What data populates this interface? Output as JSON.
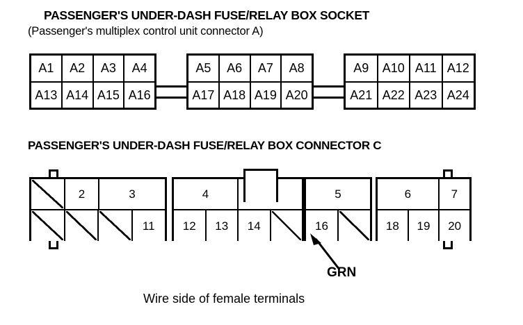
{
  "socket": {
    "title": "PASSENGER'S UNDER-DASH FUSE/RELAY BOX SOCKET",
    "subtitle": "(Passenger's multiplex control unit connector A)",
    "blocks": [
      {
        "top": [
          "A1",
          "A2",
          "A3",
          "A4"
        ],
        "bottom": [
          "A13",
          "A14",
          "A15",
          "A16"
        ]
      },
      {
        "top": [
          "A5",
          "A6",
          "A7",
          "A8"
        ],
        "bottom": [
          "A17",
          "A18",
          "A19",
          "A20"
        ]
      },
      {
        "top": [
          "A9",
          "A10",
          "A11",
          "A12"
        ],
        "bottom": [
          "A21",
          "A22",
          "A23",
          "A24"
        ]
      }
    ]
  },
  "connector_c": {
    "title": "PASSENGER'S UNDER-DASH FUSE/RELAY BOX CONNECTOR C",
    "blocks": [
      {
        "top": [
          {
            "label": "",
            "blank": true,
            "flex": 1
          },
          {
            "label": "2",
            "blank": false,
            "flex": 1
          },
          {
            "label": "3",
            "blank": false,
            "flex": 2
          }
        ],
        "bottom": [
          {
            "label": "",
            "blank": true,
            "flex": 1
          },
          {
            "label": "",
            "blank": true,
            "flex": 1
          },
          {
            "label": "",
            "blank": true,
            "flex": 1
          },
          {
            "label": "11",
            "blank": false,
            "flex": 1
          }
        ]
      },
      {
        "top": [
          {
            "label": "4",
            "blank": false,
            "flex": 2
          },
          {
            "label": "",
            "blank": false,
            "flex": 2
          }
        ],
        "bottom": [
          {
            "label": "12",
            "blank": false,
            "flex": 1
          },
          {
            "label": "13",
            "blank": false,
            "flex": 1
          },
          {
            "label": "14",
            "blank": false,
            "flex": 1
          },
          {
            "label": "",
            "blank": true,
            "flex": 1
          }
        ]
      },
      {
        "top": [
          {
            "label": "5",
            "blank": false,
            "flex": 2
          }
        ],
        "bottom": [
          {
            "label": "16",
            "blank": false,
            "flex": 1
          },
          {
            "label": "",
            "blank": true,
            "flex": 1
          }
        ]
      },
      {
        "top": [
          {
            "label": "6",
            "blank": false,
            "flex": 2
          },
          {
            "label": "7",
            "blank": false,
            "flex": 1
          }
        ],
        "bottom": [
          {
            "label": "18",
            "blank": false,
            "flex": 1
          },
          {
            "label": "19",
            "blank": false,
            "flex": 1
          },
          {
            "label": "20",
            "blank": false,
            "flex": 1
          }
        ]
      }
    ],
    "annotation": {
      "label": "GRN",
      "points_to": "16"
    }
  },
  "caption": "Wire side of female terminals",
  "colors": {
    "ink": "#000000",
    "paper": "#ffffff"
  }
}
